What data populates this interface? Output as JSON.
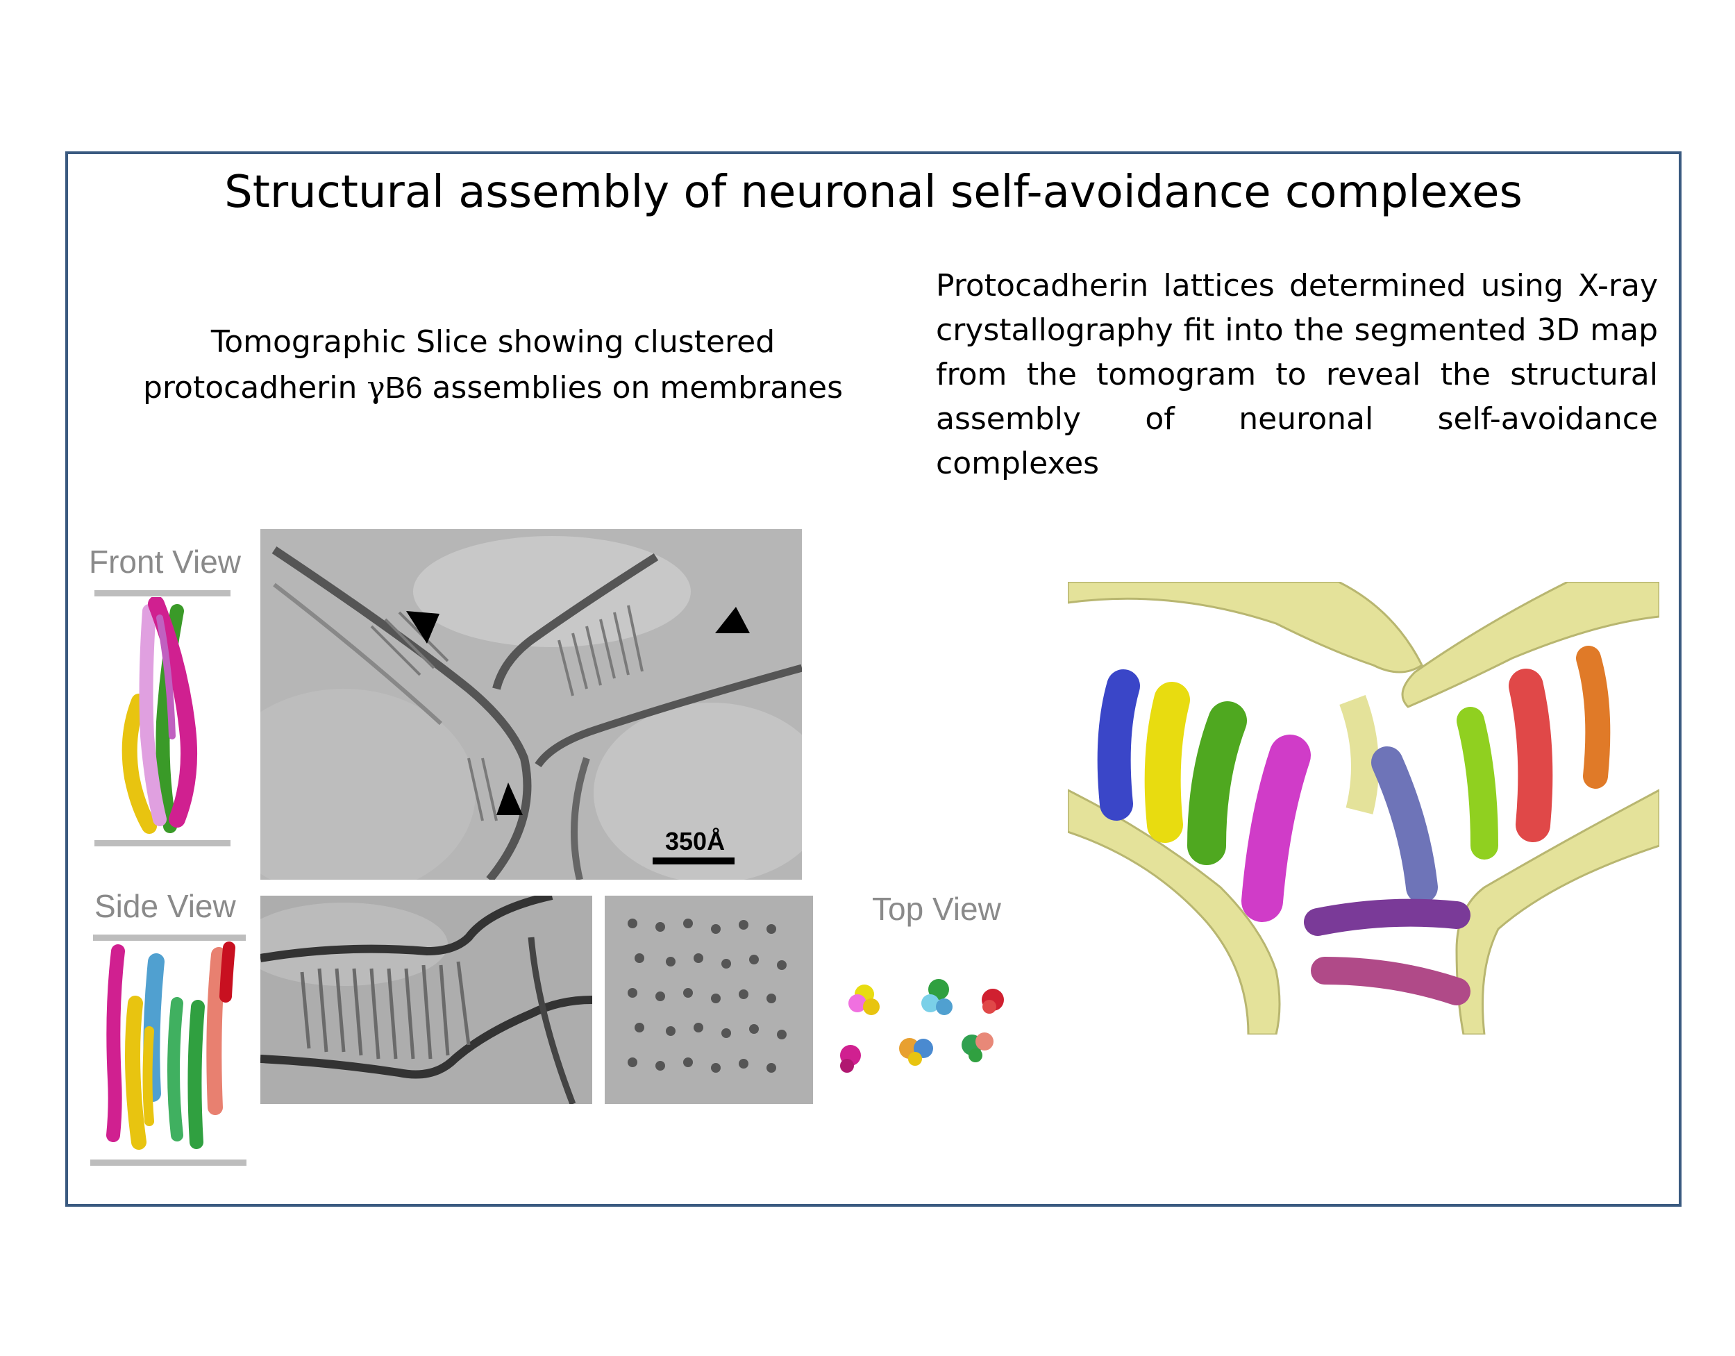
{
  "title": "Structural assembly of neuronal self-avoidance complexes",
  "left_caption": {
    "line1": "Tomographic Slice showing clustered",
    "line2_prefix": "protocadherin ",
    "line2_greek": "γ",
    "line2_gene": "B6",
    "line2_suffix": " assemblies on membranes"
  },
  "right_caption": "Protocadherin lattices determined using X-ray crystallography fit into the segmented 3D map from the tomogram to reveal the structural assembly of neuronal self-avoidance complexes",
  "labels": {
    "front_view": "Front View",
    "side_view": "Side View",
    "top_view": "Top View"
  },
  "scale_bar": "350Å",
  "colors": {
    "frame": "#3a5a80",
    "membrane": "#e4e29a",
    "blue": "#3a46c8",
    "yellow": "#e8dc10",
    "green": "#4fa820",
    "magenta": "#d03cc8",
    "slate": "#6e74b8",
    "lime": "#90d020",
    "red": "#e04848",
    "orange": "#e07a28",
    "purple": "#7a3a98",
    "mauve": "#b04a88"
  }
}
